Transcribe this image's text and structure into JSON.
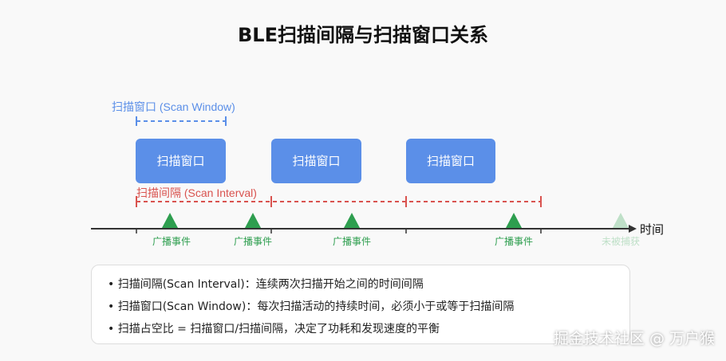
{
  "title": "BLE扫描间隔与扫描窗口关系",
  "diagram": {
    "scan_window_label": "扫描窗口 (Scan Window)",
    "scan_interval_label": "扫描间隔 (Scan Interval)",
    "window_block_label": "扫描窗口",
    "axis_label": "时间",
    "event_label": "广播事件",
    "missed_label": "未被捕获",
    "colors": {
      "window": "#5b8fe8",
      "interval": "#d9534f",
      "event": "#2e9e4f",
      "missed": "#bfe0c8",
      "axis": "#333333"
    }
  },
  "legend": [
    "• 扫描间隔(Scan Interval)：连续两次扫描开始之间的时间间隔",
    "• 扫描窗口(Scan Window)：每次扫描活动的持续时间，必须小于或等于扫描间隔",
    "• 扫描占空比 = 扫描窗口/扫描间隔，决定了功耗和发现速度的平衡"
  ],
  "watermark": "掘金技术社区 @ 万户猴"
}
